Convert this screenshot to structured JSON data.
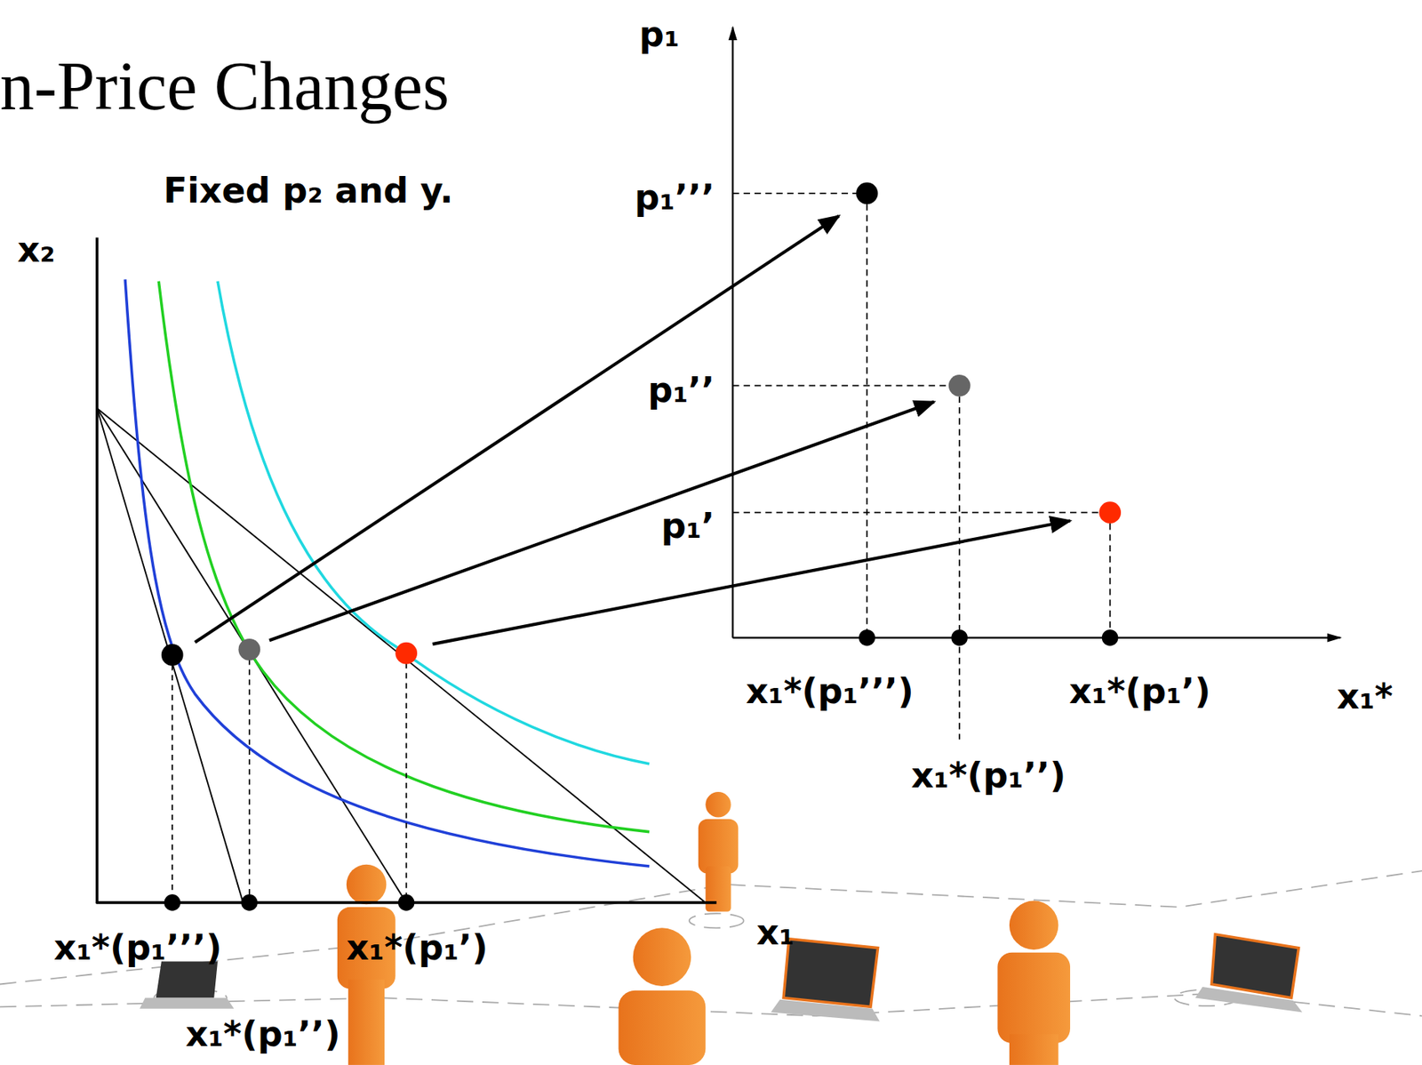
{
  "diagram": {
    "title": "n-Price Changes",
    "labels": [
      "Fixed p₂ and y.",
      "x₂",
      "x₁",
      "x₁*(p₁’’’)",
      "x₁*(p₁’)",
      "x₁*(p₁’’)",
      "p₁",
      "p₁’’’",
      "p₁’’",
      "p₁’",
      "x₁*(p₁’’’)",
      "x₁*(p₁’)",
      "x₁*(p₁’’)",
      "x₁*"
    ]
  }
}
